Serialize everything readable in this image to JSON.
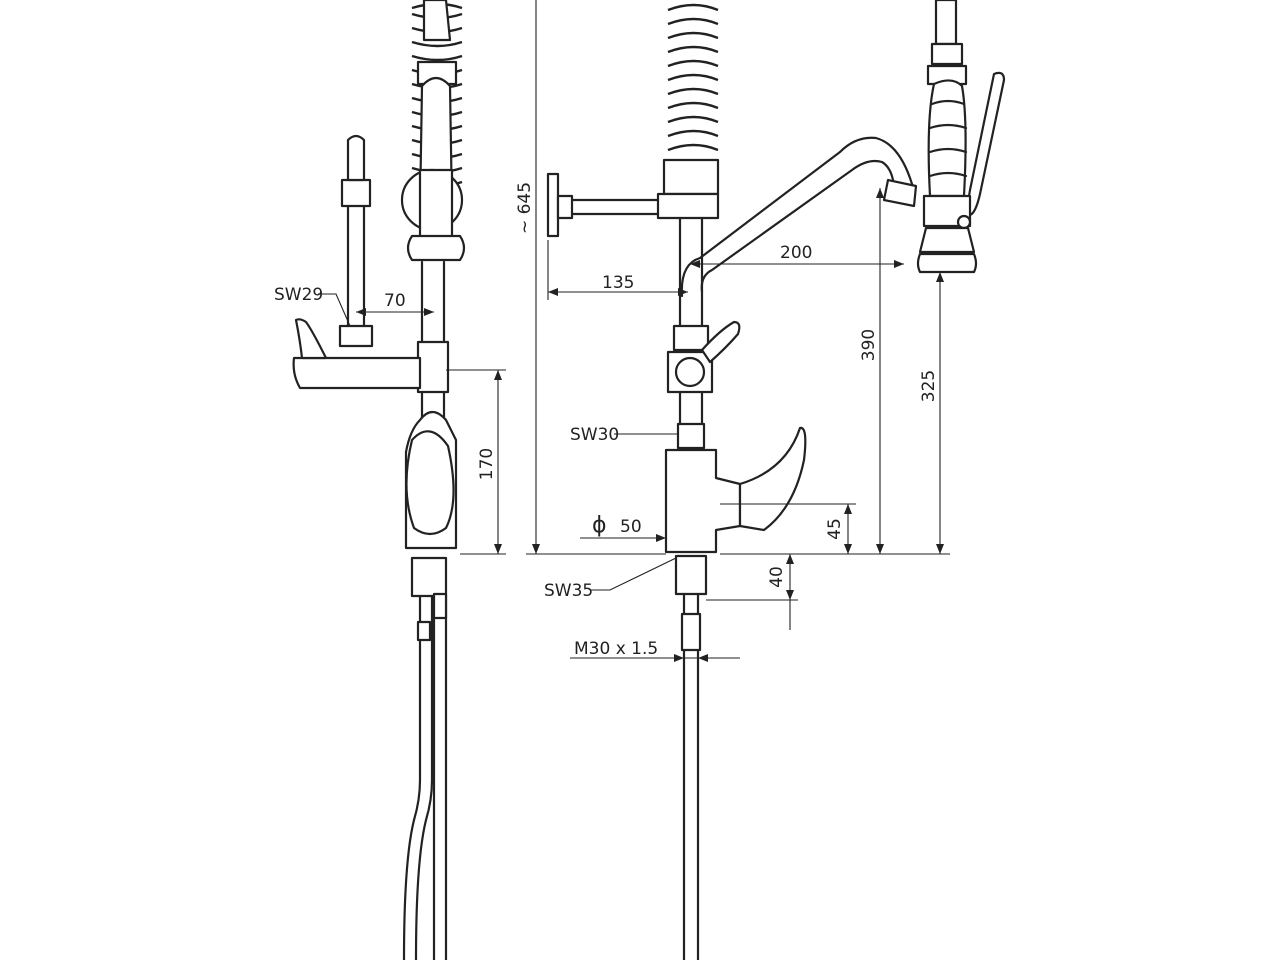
{
  "diagram": {
    "labels": {
      "sw29": "SW29",
      "sw30": "SW30",
      "sw35": "SW35",
      "thread": "M30 x 1.5",
      "diameter_symbol": "ϕ",
      "diameter_value": "50"
    },
    "dimensions": {
      "d70": "70",
      "d170": "170",
      "d645": "~ 645",
      "d135": "135",
      "d200": "200",
      "d390": "390",
      "d325": "325",
      "d45": "45",
      "d40": "40"
    }
  }
}
